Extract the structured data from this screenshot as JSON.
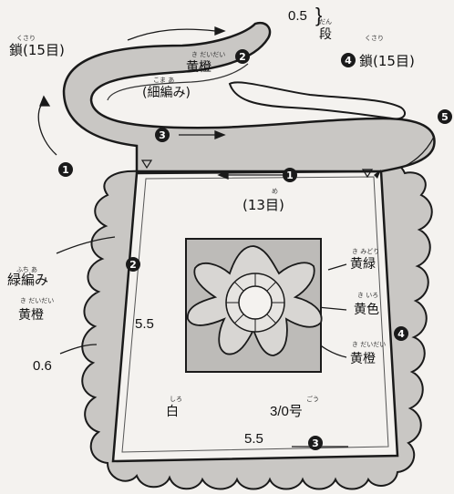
{
  "labels": {
    "top_left_chain": "鎖(15目)",
    "top_right_chain": "鎖(15目)",
    "half_row": "0.5",
    "row_unit": "段",
    "yellow_orange_top": "黄橙",
    "slip_stitch": "(細編み)",
    "bottom_chain": "(13目)",
    "yellow_green": "黄緑",
    "yellow": "黄色",
    "yellow_orange_right": "黄橙",
    "edge_stitch": "緑編み",
    "yellow_orange_left": "黄橙",
    "left_edge_width": "0.6",
    "height": "5.5",
    "width": "5.5",
    "white": "白",
    "hook_size": "3/0号"
  },
  "ruby": {
    "top_left_chain": "くさり",
    "top_right_chain": "くさり",
    "row_unit": "だん",
    "yellow_orange_top": "き だいだい",
    "slip_stitch": "こま あ",
    "bottom_chain": "め",
    "yellow_green": "き みどり",
    "yellow": "き いろ",
    "yellow_orange_right": "き だいだい",
    "edge_stitch": "ふち あ",
    "yellow_orange_left": "き だいだい",
    "white": "しろ",
    "hook_size": "ごう"
  },
  "steps": [
    "1",
    "2",
    "3",
    "4",
    "5"
  ],
  "colors": {
    "fill_gray": "#c9c7c4",
    "square_gray": "#bdbbb8",
    "line_dark": "#1a1a1a",
    "paper": "#f4f2ef"
  }
}
